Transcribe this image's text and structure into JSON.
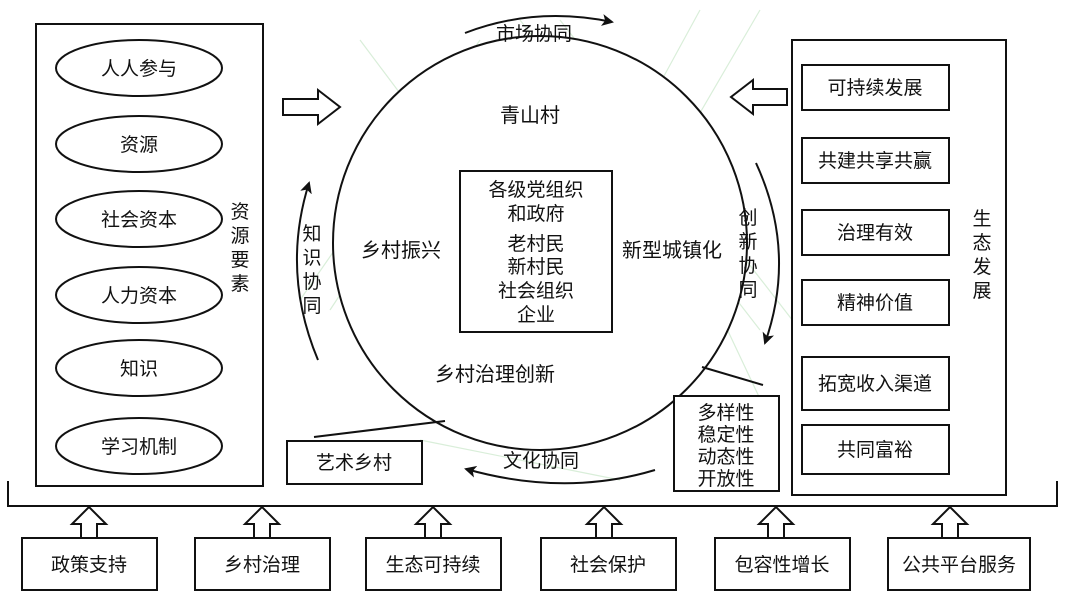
{
  "left_panel": {
    "label": "资源要素",
    "items": [
      "人人参与",
      "资源",
      "社会资本",
      "人力资本",
      "知识",
      "学习机制"
    ]
  },
  "right_panel": {
    "label": "生态发展",
    "items": [
      "可持续发展",
      "共建共享共赢",
      "治理有效",
      "精神价值",
      "拓宽收入渠道",
      "共同富裕"
    ]
  },
  "circle": {
    "top": "青山村",
    "left": "乡村振兴",
    "right": "新型城镇化",
    "bottom": "乡村治理创新"
  },
  "center_box": {
    "line1": "各级党组织",
    "line2": "和政府",
    "line3": "老村民",
    "line4": "新村民",
    "line5": "社会组织",
    "line6": "企业"
  },
  "arcs": {
    "top": "市场协同",
    "left": "知识协同",
    "right": "创新协同",
    "bottom": "文化协同"
  },
  "art_village": "艺术乡村",
  "properties": [
    "多样性",
    "稳定性",
    "动态性",
    "开放性"
  ],
  "bottom_boxes": [
    "政策支持",
    "乡村治理",
    "生态可持续",
    "社会保护",
    "包容性增长",
    "公共平台服务"
  ]
}
